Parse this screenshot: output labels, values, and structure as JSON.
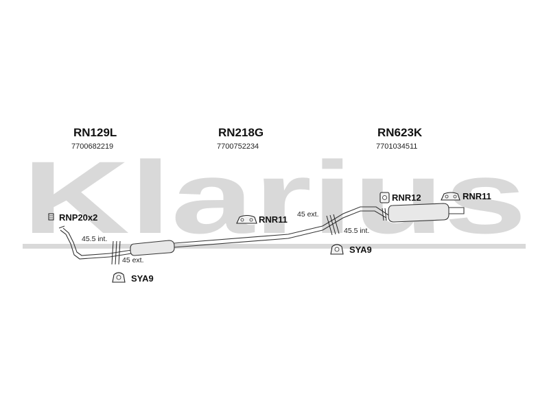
{
  "watermark": {
    "text": "Klarius"
  },
  "main_parts": [
    {
      "code": "RN129L",
      "number": "7700682219"
    },
    {
      "code": "RN218G",
      "number": "7700752234"
    },
    {
      "code": "RN623K",
      "number": "7701034511"
    }
  ],
  "accessories": {
    "rnp20x2": "RNP20x2",
    "rnr11_mid": "RNR11",
    "rnr12": "RNR12",
    "rnr11_right": "RNR11",
    "sya9_left": "SYA9",
    "sya9_right": "SYA9"
  },
  "dimensions": {
    "left_int": "45.5 int.",
    "left_ext": "45 ext.",
    "right_ext": "45 ext.",
    "right_int": "45.5 int."
  },
  "colors": {
    "watermark": "#d9d9d9",
    "line": "#333333",
    "background": "#ffffff"
  }
}
